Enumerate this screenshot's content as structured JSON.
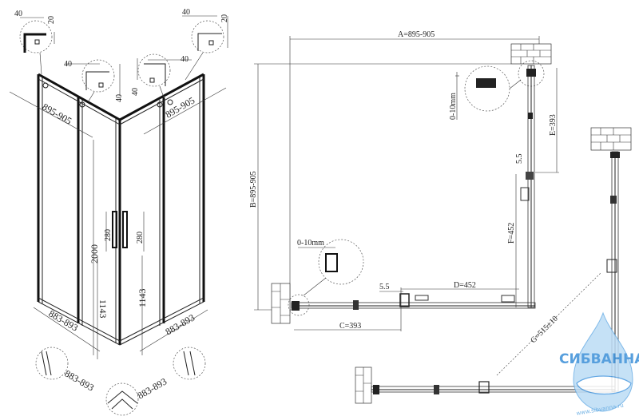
{
  "iso_view": {
    "detail_dims": [
      "40",
      "20",
      "40",
      "40",
      "40",
      "40",
      "40",
      "20"
    ],
    "width_left": "895-905",
    "width_right": "895-905",
    "height": "2000",
    "handle_left": "280",
    "handle_right": "280",
    "door_left": "1143",
    "door_right": "1143",
    "base_left": "883-893",
    "base_right": "883-893",
    "bottom_left": "883-893",
    "bottom_right": "883-893"
  },
  "plan_view": {
    "dim_a": "A=895-905",
    "dim_b": "B=895-905",
    "dim_e": "E=393",
    "gap_top": "0-10mm",
    "gap_left": "0-10mm",
    "gap_v": "5.5",
    "gap_h": "5.5",
    "dim_f": "F=452",
    "dim_d": "D=452",
    "dim_c": "C=393",
    "dim_g": "G=515±10"
  },
  "watermark": {
    "brand": "СИБВАННА",
    "url": "www.sibvanna.ru",
    "color": "#3a8fd8"
  }
}
